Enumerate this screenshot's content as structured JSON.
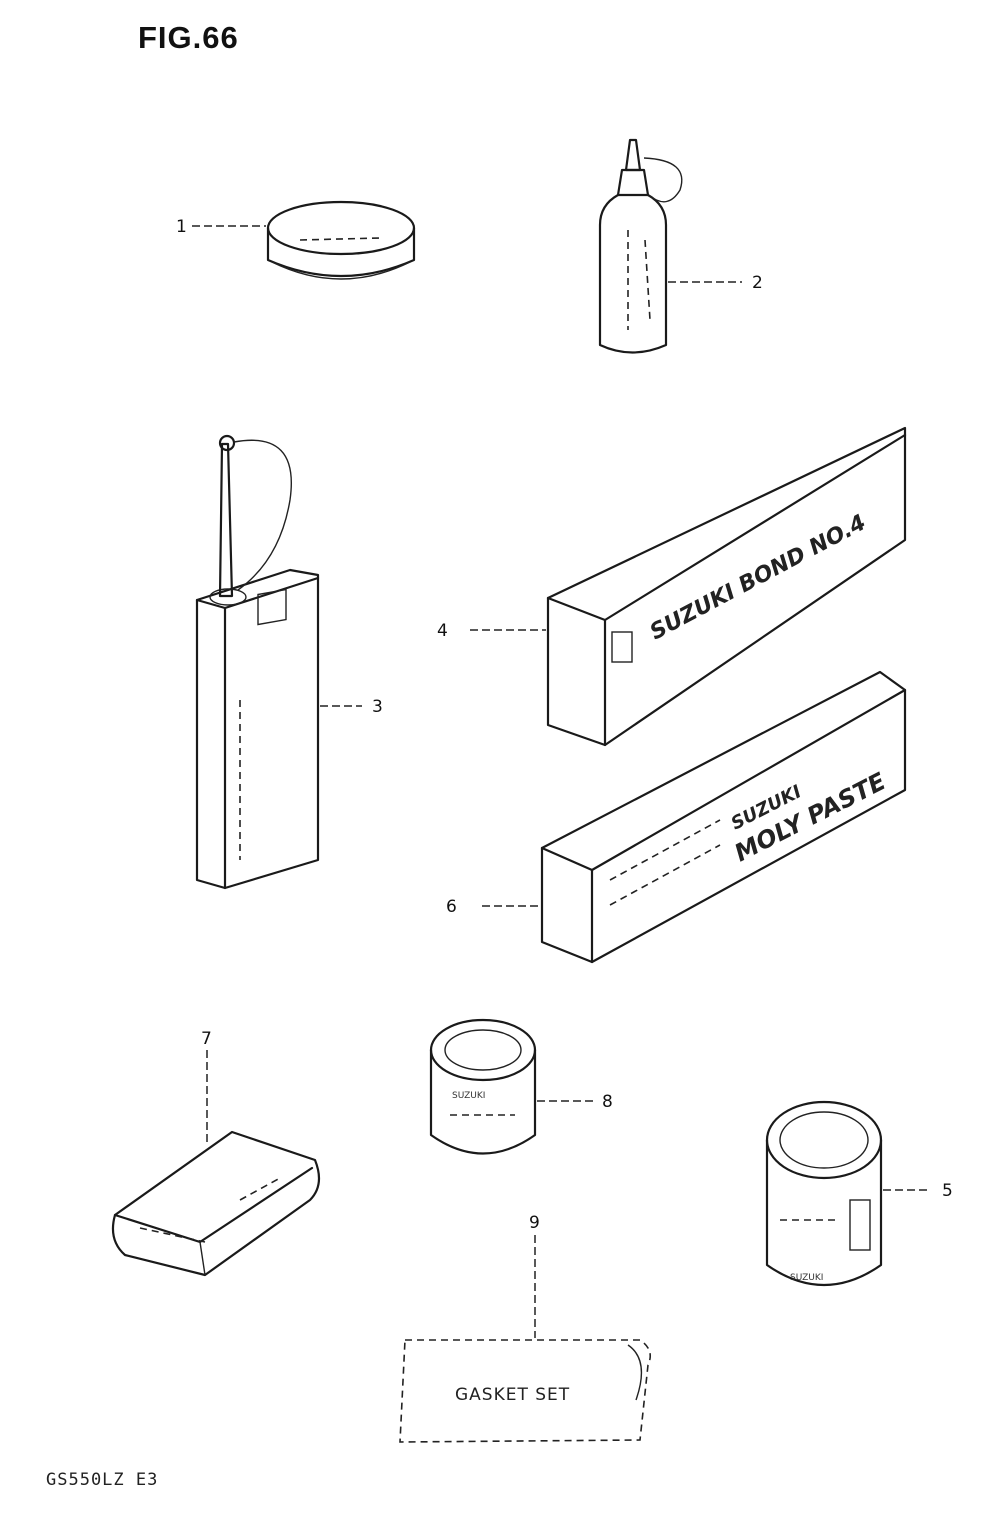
{
  "figure": {
    "title": "FIG.66",
    "model_code": "GS550LZ E3"
  },
  "callouts": [
    "1",
    "2",
    "3",
    "4",
    "5",
    "6",
    "7",
    "8",
    "9"
  ],
  "package_text": {
    "box4_line1": "SUZUKI BOND NO.4",
    "box6_line1": "SUZUKI",
    "box6_line2": "MOLY PASTE",
    "can8_label": "SUZUKI",
    "can5_label": "SUZUKI",
    "gasket_set": "GASKET SET"
  }
}
